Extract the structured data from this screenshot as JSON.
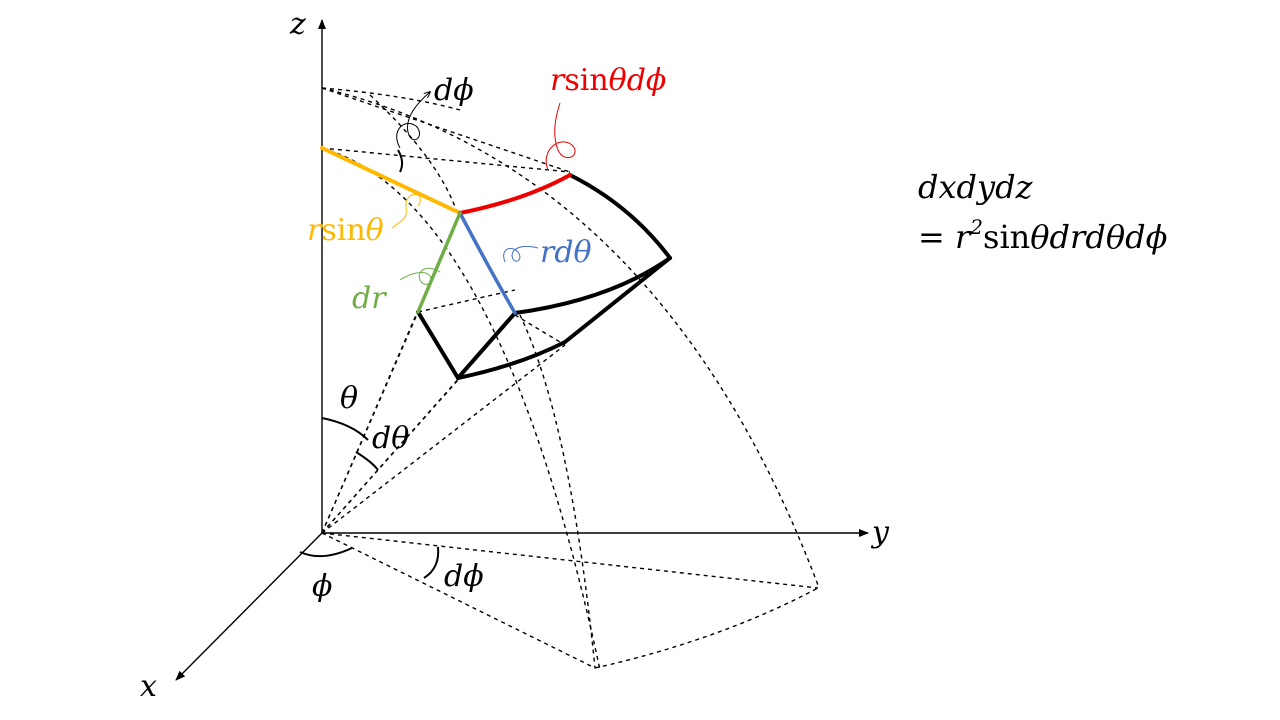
{
  "axes": {
    "z": "z",
    "y": "y",
    "x": "x"
  },
  "labels": {
    "dphi_top": "dϕ",
    "r_sin_theta_dphi": {
      "prefix": "r",
      "func": "sin",
      "suffix": "θdϕ"
    },
    "r_sin_theta": {
      "prefix": "r",
      "func": "sin",
      "suffix": "θ"
    },
    "r_dtheta": "rdθ",
    "dr": "dr",
    "theta": "θ",
    "dtheta": "dθ",
    "phi": "ϕ",
    "dphi_bottom": "dϕ"
  },
  "equation": {
    "line1": "dxdydz",
    "line2_prefix": "= r",
    "line2_exp": "2",
    "line2_func": "sin",
    "line2_suffix": "θdrdθdϕ"
  },
  "colors": {
    "red": "#ee0000",
    "yellow": "#ffb800",
    "blue": "#4472c4",
    "green": "#70ad47",
    "black": "#000000"
  }
}
